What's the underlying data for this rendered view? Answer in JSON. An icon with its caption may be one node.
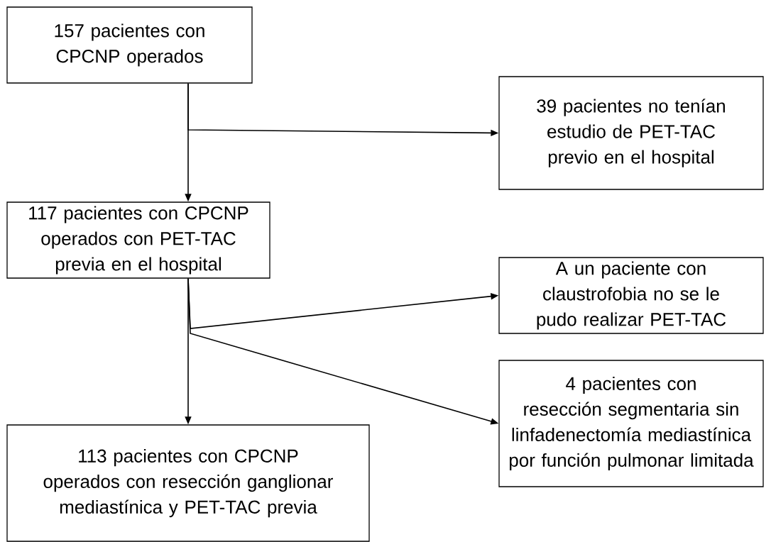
{
  "diagram": {
    "nodes": [
      {
        "text": [
          "157 pacientes con CPCNP operados"
        ]
      },
      {
        "text": [
          "39 pacientes no tenían estudio de PET-TAC previo en el hospital"
        ]
      },
      {
        "text": [
          "117 pacientes con CPCNP operados con PET-TAC previa en el hospital"
        ]
      },
      {
        "text": [
          "A un paciente con claustrofobia no se le pudo realizar PET-TAC"
        ]
      },
      {
        "text": [
          "4 pacientes con resección segmentaria sin linfadenectomía mediastínica por función pulmonar limitada"
        ]
      },
      {
        "text": [
          "113 pacientes con CPCNP operados con resección ganglionar mediastínica y PET-TAC previa"
        ]
      }
    ],
    "edges": [
      {
        "from": 0,
        "to": 2,
        "arrow": "to"
      },
      {
        "from": 0,
        "to": 1,
        "arrow": "to"
      },
      {
        "from": 2,
        "to": 5,
        "arrow": "to"
      },
      {
        "from": 2,
        "to": 3,
        "arrow": "to"
      },
      {
        "from": 2,
        "to": 4,
        "arrow": "to"
      }
    ]
  }
}
